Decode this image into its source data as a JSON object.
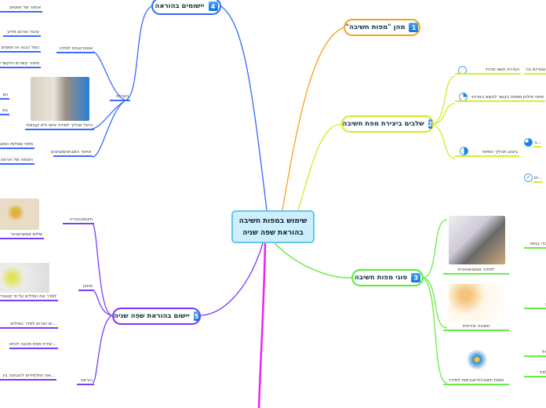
{
  "central": {
    "line1": "שימוש במפות חשיבה",
    "line2": "בהוראת שפה שניה"
  },
  "branches": [
    {
      "num": "1",
      "label": "מהן \"מפות חשיבה\"",
      "color": "#f7a21b"
    },
    {
      "num": "2",
      "label": "שלבים ביצירת מפת חשיבה",
      "color": "#ccee22"
    },
    {
      "num": "3",
      "label": "סוגי מפות חשיבה",
      "color": "#55ee33"
    },
    {
      "num": "4",
      "label": "יישומים בהוראה",
      "color": "#3366ff"
    },
    {
      "num": "5",
      "label": "יישום בהוראת שפה שניה",
      "color": "#7733ff"
    }
  ],
  "b2": {
    "steps": [
      "הגדרת נושא מרכזי",
      "מיפוי מילות מפתח בקשר לנושא המרכזי",
      "ביצוע תהליך המיפוי"
    ],
    "right": [
      "...ה קטגוריות בה",
      "...ב",
      "...ים"
    ]
  },
  "b3": {
    "types": [
      "למידה אסוציאטיבית",
      "חשיבה יצירתית",
      "מפות חשיבה/דיאגרמות למידה"
    ],
    "right": [
      "...כדי בבאר",
      "...ן",
      "מודל",
      "הלמיד"
    ]
  },
  "b4": {
    "top": [
      "אחזור של תפסים"
    ],
    "strategies": "אסטרטגיות למידה",
    "strategy_items": [
      "עיבוד וארגון מידע",
      "כשל הבנה או תפסים",
      "מיצור קשרים והקשרים"
    ],
    "assessment": "הערכה",
    "process": "ניהול תהליך למידה אישי ולא קבוצתי",
    "tests": "איתור המבחנים/ציונים",
    "test_items": [
      "מיפוי שאלות המבחן",
      "הוספה של הוראה"
    ],
    "left_cut": [
      "כם",
      "בם"
    ]
  },
  "b5": {
    "definition": "תיגום/הגדרה",
    "assoc": "שלוש אסוציאטיבי",
    "rubric": "מחוון",
    "rubric_items": [
      "לסדר את המילים על פי קטגוריות",
      "...ים יוצרים לסדר המילים",
      "...יצירת מפת מכונה לכיתה"
    ],
    "teaching": "הוראה",
    "teaching_item": "...את התלמידים להבחנה בין"
  }
}
